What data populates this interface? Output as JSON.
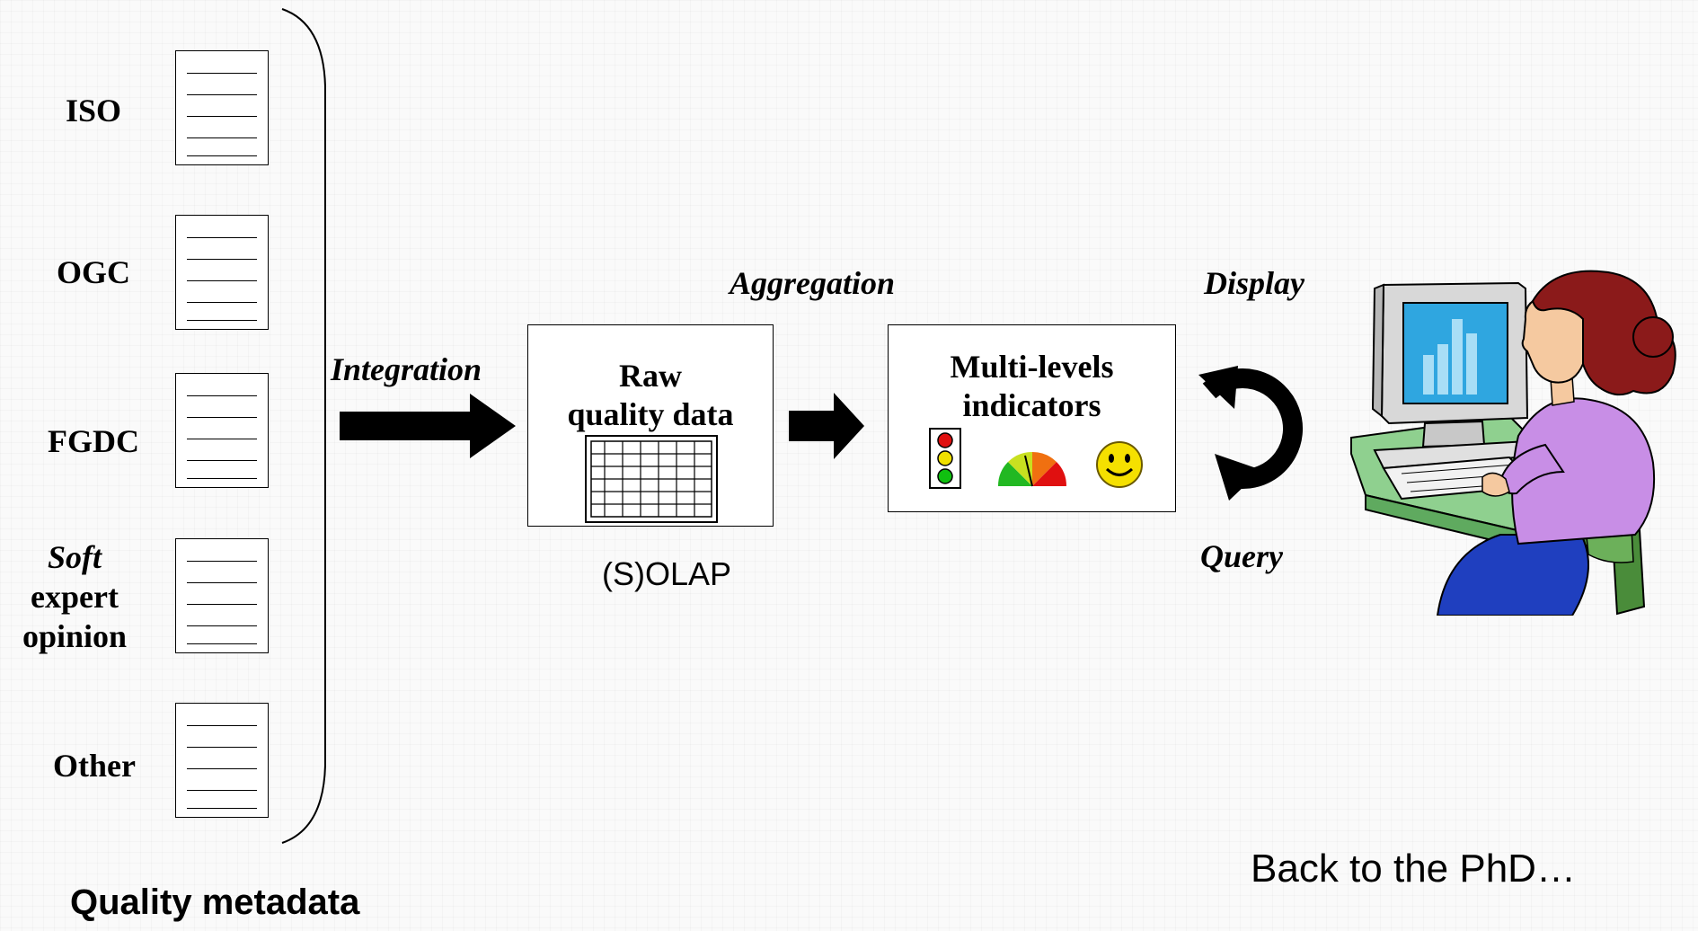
{
  "sources": [
    {
      "lines": [
        "ISO"
      ]
    },
    {
      "lines": [
        "OGC"
      ]
    },
    {
      "lines": [
        "FGDC"
      ]
    },
    {
      "lines": [
        "Soft",
        "expert",
        "opinion"
      ]
    },
    {
      "lines": [
        "Other"
      ]
    }
  ],
  "group_label": "Quality metadata",
  "steps": {
    "integration": "Integration",
    "aggregation": "Aggregation",
    "display": "Display",
    "query": "Query"
  },
  "raw_box": {
    "title_line1": "Raw",
    "title_line2": "quality data",
    "caption": "(S)OLAP"
  },
  "indicator_box": {
    "title_line1": "Multi-levels",
    "title_line2": "indicators"
  },
  "footer_note": "Back to the PhD…",
  "icons": {
    "traffic_light": "traffic-light-icon",
    "gauge": "gauge-icon",
    "smiley": "smiley-icon",
    "cycle": "cycle-arrow-icon",
    "user": "user-at-computer-illustration"
  },
  "colors": {
    "monitor_screen": "#2fa6e0",
    "shirt": "#c88ee6",
    "hair": "#8b1a1a",
    "desk": "#8fd08f",
    "chair": "#4a8c3a"
  }
}
